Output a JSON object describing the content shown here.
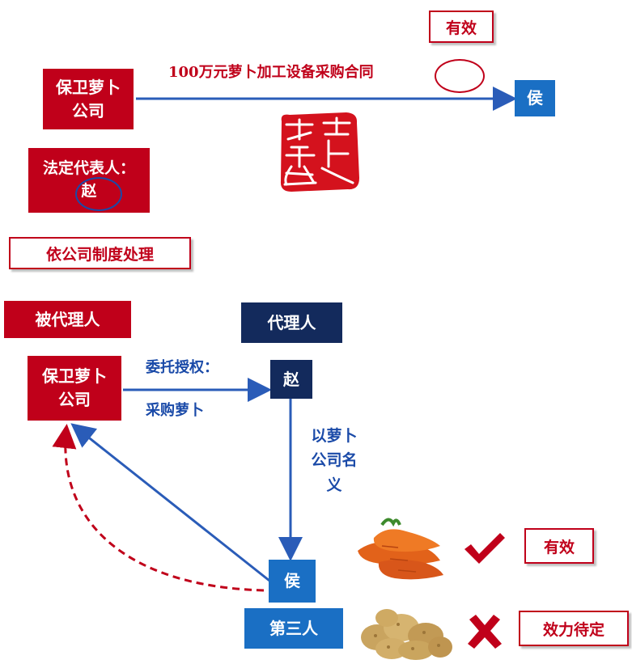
{
  "top": {
    "company": "保卫萝卜公司",
    "contract_label": "100万元萝卜加工设备采购合同",
    "seller": "侯",
    "valid_tag": "有效",
    "legal_rep": "法定代表人：赵",
    "note": "依公司制度处理"
  },
  "bottom": {
    "principal_label": "被代理人",
    "agent_label": "代理人",
    "company": "保卫萝卜公司",
    "agent": "赵",
    "authorization_line1": "委托授权：",
    "authorization_line2": "采购萝卜",
    "in_name": "以萝卜公司名义",
    "seller": "侯",
    "third_party": "第三人",
    "carrot_status": "有效",
    "potato_status": "效力待定"
  },
  "colors": {
    "red": "#c0001a",
    "blue": "#1a6fc4",
    "navy": "#132a5c",
    "arrow": "#2a5cb8"
  },
  "icons": [
    "seal-icon",
    "carrot-icon",
    "potato-icon",
    "check-icon",
    "cross-icon"
  ]
}
